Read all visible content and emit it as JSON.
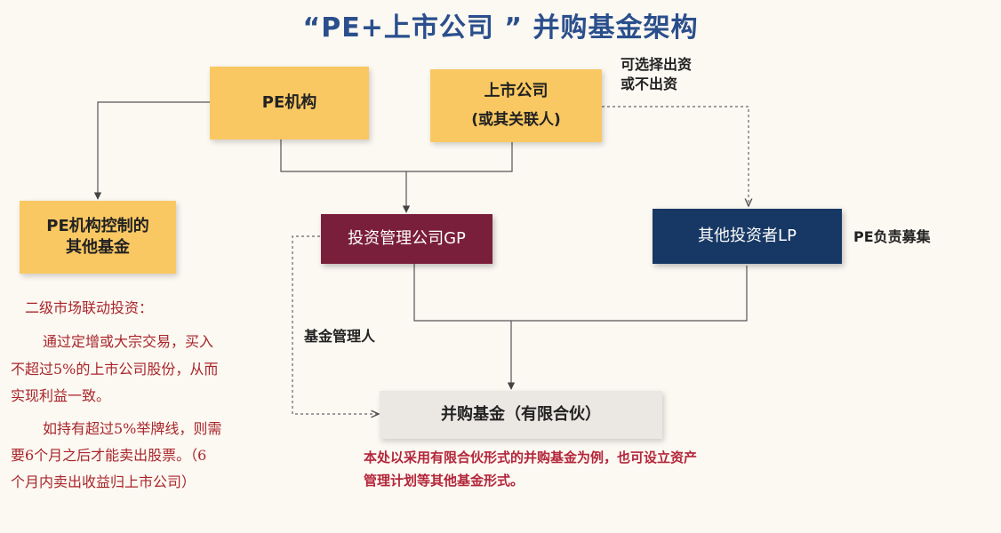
{
  "title": "“PE+上市公司 ” 并购基金架构",
  "nodes": {
    "pe": "PE机构",
    "listed_line1": "上市公司",
    "listed_line2": "(或其关联人)",
    "pe_other_line1": "PE机构控制的",
    "pe_other_line2": "其他基金",
    "gp": "投资管理公司GP",
    "lp": "其他投资者LP",
    "fund": "并购基金（有限合伙）"
  },
  "notes": {
    "optional_line1": "可选择出资",
    "optional_line2": "或不出资",
    "pe_raise": "PE负责募集",
    "fund_manager": "基金管理人"
  },
  "left_text": {
    "heading": "二级市场联动投资：",
    "para1_line1": "通过定增或大宗交易，买入",
    "para1_line2": "不超过5%的上市公司股份，从而",
    "para1_line3": "实现利益一致。",
    "para2_line1": "如持有超过5%举牌线，则需",
    "para2_line2": "要6个月之后才能卖出股票。（6",
    "para2_line3": "个月内卖出收益归上市公司）"
  },
  "bottom_text": {
    "line1": "本处以采用有限合伙形式的并购基金为例，也可设立资产",
    "line2": "管理计划等其他基金形式。"
  },
  "colors": {
    "title": "#2a4f8c",
    "orange_box": "#f9c862",
    "gp_box": "#7a1f3b",
    "lp_box": "#173864",
    "fund_box": "#ebe7e3",
    "red_text": "#a8262a"
  }
}
